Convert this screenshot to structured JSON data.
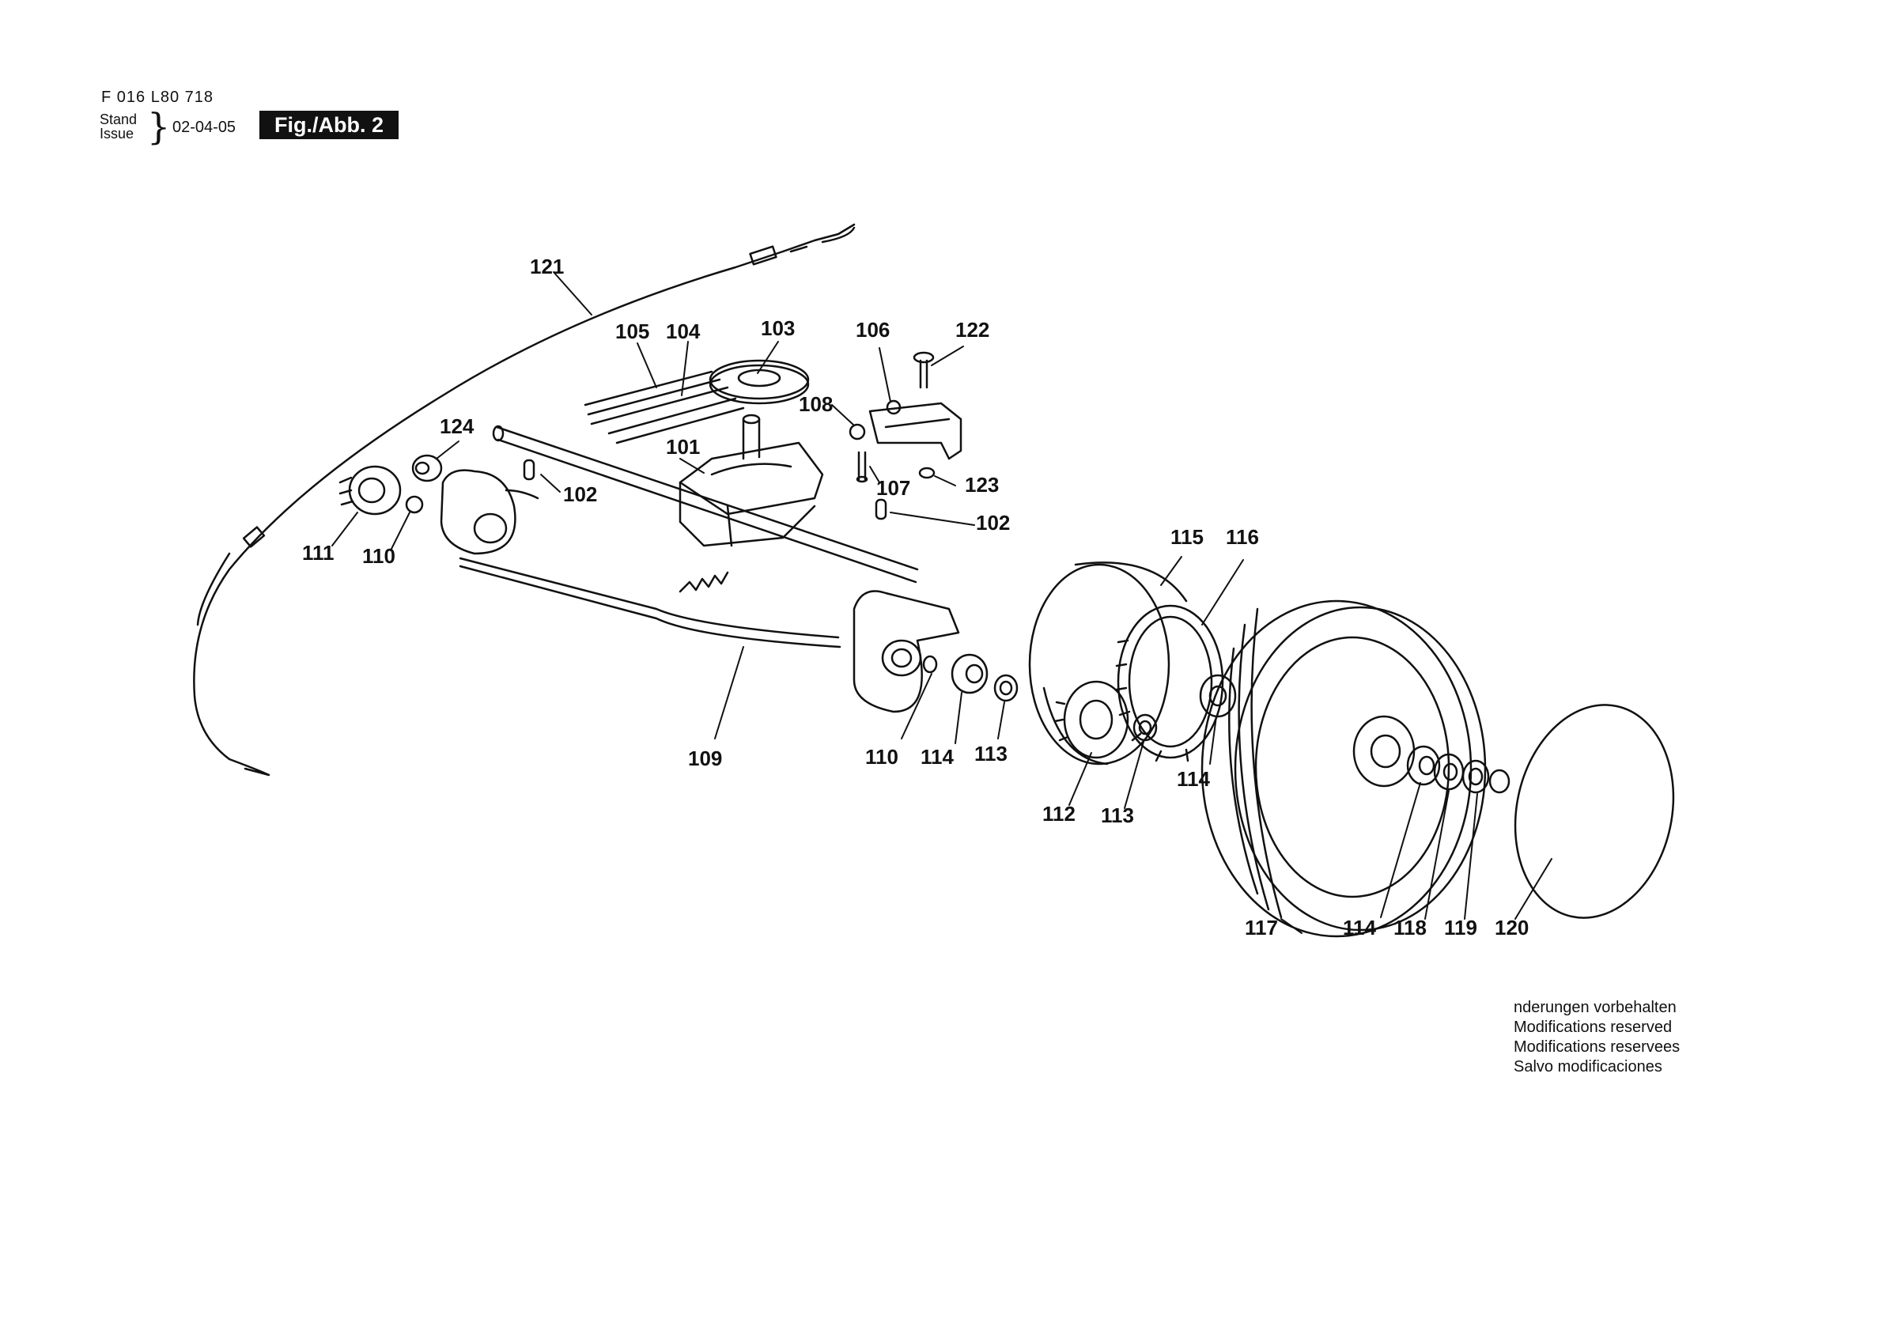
{
  "header": {
    "doc_code": "F 016 L80 718",
    "stand_label": "Stand",
    "issue_label": "Issue",
    "date": "02-04-05",
    "figure_label": "Fig./Abb. 2"
  },
  "callouts": {
    "c121": "121",
    "c105": "105",
    "c104": "104",
    "c103": "103",
    "c106": "106",
    "c122": "122",
    "c108": "108",
    "c124": "124",
    "c101": "101",
    "c102a": "102",
    "c107": "107",
    "c123": "123",
    "c102b": "102",
    "c111": "111",
    "c110a": "110",
    "c115": "115",
    "c116": "116",
    "c109": "109",
    "c110b": "110",
    "c114a": "114",
    "c113a": "113",
    "c114b": "114",
    "c112": "112",
    "c113b": "113",
    "c117": "117",
    "c114c": "114",
    "c118": "118",
    "c119": "119",
    "c120": "120"
  },
  "notes": {
    "line1": "nderungen vorbehalten",
    "line2": "Modifications reserved",
    "line3": "Modifications reservees",
    "line4": "Salvo modificaciones"
  }
}
